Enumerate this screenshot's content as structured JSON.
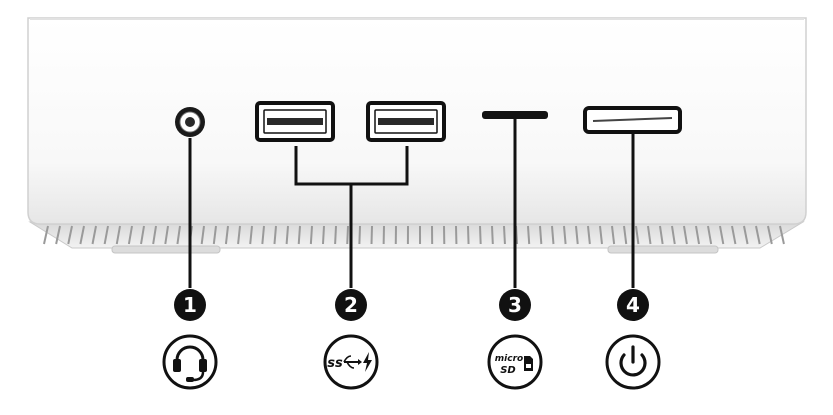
{
  "callouts": [
    {
      "number": "1",
      "icon": "headset-icon"
    },
    {
      "number": "2",
      "icon": "usb-superspeed-charging-icon",
      "icon_text": "ss"
    },
    {
      "number": "3",
      "icon": "microsd-card-icon",
      "icon_text_top": "micro",
      "icon_text_bottom": "SD"
    },
    {
      "number": "4",
      "icon": "power-icon"
    }
  ],
  "colors": {
    "outline": "#111111",
    "device_body": "#ffffff",
    "device_shade": "#e9e9e9",
    "callout_fill": "#111111"
  }
}
